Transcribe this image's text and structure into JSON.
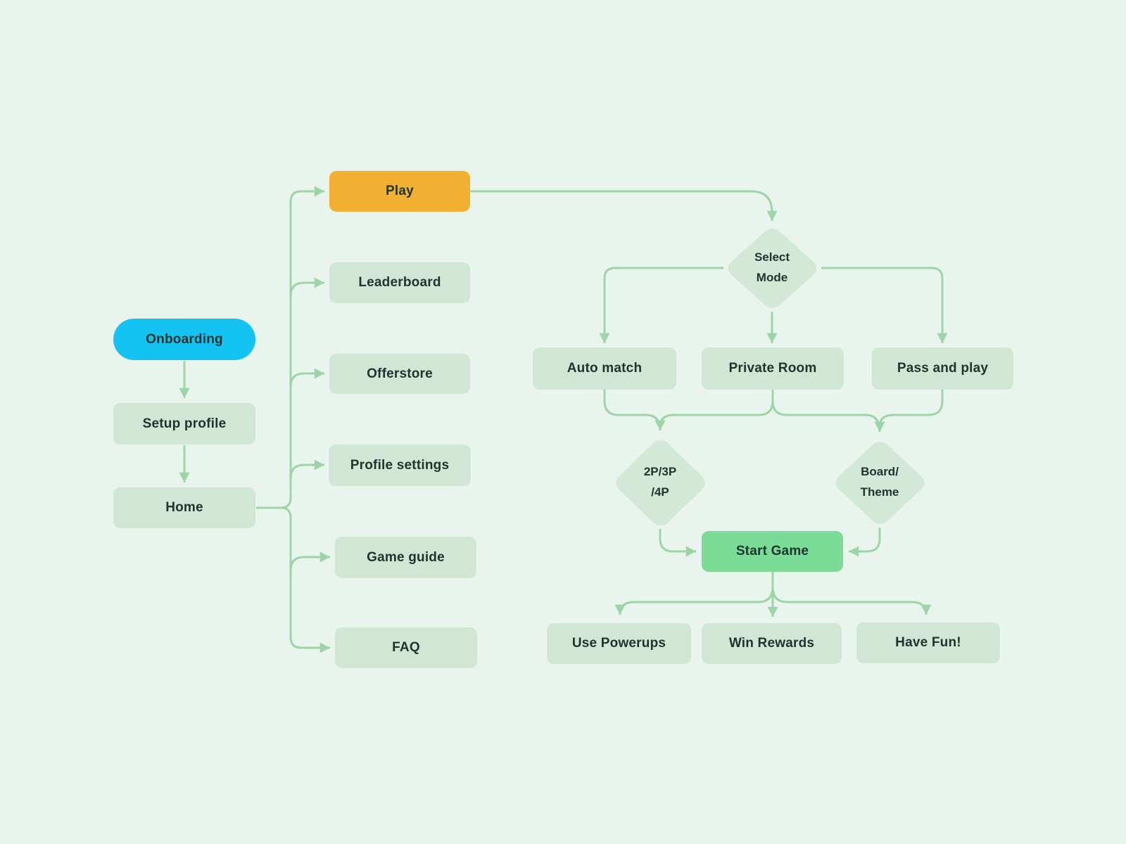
{
  "canvas": {
    "bg": "#E9F4EC",
    "line_color": "#9ED5A8",
    "text_color": "#1C352E"
  },
  "nodes": {
    "onboarding": {
      "label": "Onboarding",
      "fill": "#14C3F1"
    },
    "setup_profile": {
      "label": "Setup profile",
      "fill": "#D2E6D6"
    },
    "home": {
      "label": "Home",
      "fill": "#D2E6D6"
    },
    "play": {
      "label": "Play",
      "fill": "#F2B032"
    },
    "leaderboard": {
      "label": "Leaderboard",
      "fill": "#D2E6D6"
    },
    "offerstore": {
      "label": "Offerstore",
      "fill": "#D2E6D6"
    },
    "profile_settings": {
      "label": "Profile settings",
      "fill": "#D2E6D6"
    },
    "game_guide": {
      "label": "Game guide",
      "fill": "#D2E6D6"
    },
    "faq": {
      "label": "FAQ",
      "fill": "#D2E6D6"
    },
    "select_mode": {
      "lines": [
        "Select",
        "Mode"
      ],
      "fill": "#D4E8D8"
    },
    "auto_match": {
      "label": "Auto match",
      "fill": "#D2E6D6"
    },
    "private_room": {
      "label": "Private Room",
      "fill": "#D2E6D6"
    },
    "pass_and_play": {
      "label": "Pass and play",
      "fill": "#D2E6D6"
    },
    "players": {
      "lines": [
        "2P/3P",
        "/4P"
      ],
      "fill": "#D4E8D8"
    },
    "board_theme": {
      "lines": [
        "Board/",
        "Theme"
      ],
      "fill": "#D4E8D8"
    },
    "start_game": {
      "label": "Start Game",
      "fill": "#7BDC98"
    },
    "use_powerups": {
      "label": "Use Powerups",
      "fill": "#D2E6D6"
    },
    "win_rewards": {
      "label": "Win Rewards",
      "fill": "#D2E6D6"
    },
    "have_fun": {
      "label": "Have Fun!",
      "fill": "#D2E6D6"
    }
  },
  "edges": [
    {
      "from": "onboarding",
      "to": "setup_profile"
    },
    {
      "from": "setup_profile",
      "to": "home"
    },
    {
      "from": "home",
      "to": "play"
    },
    {
      "from": "home",
      "to": "leaderboard"
    },
    {
      "from": "home",
      "to": "offerstore"
    },
    {
      "from": "home",
      "to": "profile_settings"
    },
    {
      "from": "home",
      "to": "game_guide"
    },
    {
      "from": "home",
      "to": "faq"
    },
    {
      "from": "play",
      "to": "select_mode"
    },
    {
      "from": "select_mode",
      "to": "auto_match"
    },
    {
      "from": "select_mode",
      "to": "private_room"
    },
    {
      "from": "select_mode",
      "to": "pass_and_play"
    },
    {
      "from": "auto_match",
      "to": "players"
    },
    {
      "from": "private_room",
      "to": "players"
    },
    {
      "from": "private_room",
      "to": "board_theme"
    },
    {
      "from": "pass_and_play",
      "to": "board_theme"
    },
    {
      "from": "players",
      "to": "start_game"
    },
    {
      "from": "board_theme",
      "to": "start_game"
    },
    {
      "from": "start_game",
      "to": "use_powerups"
    },
    {
      "from": "start_game",
      "to": "win_rewards"
    },
    {
      "from": "start_game",
      "to": "have_fun"
    }
  ]
}
